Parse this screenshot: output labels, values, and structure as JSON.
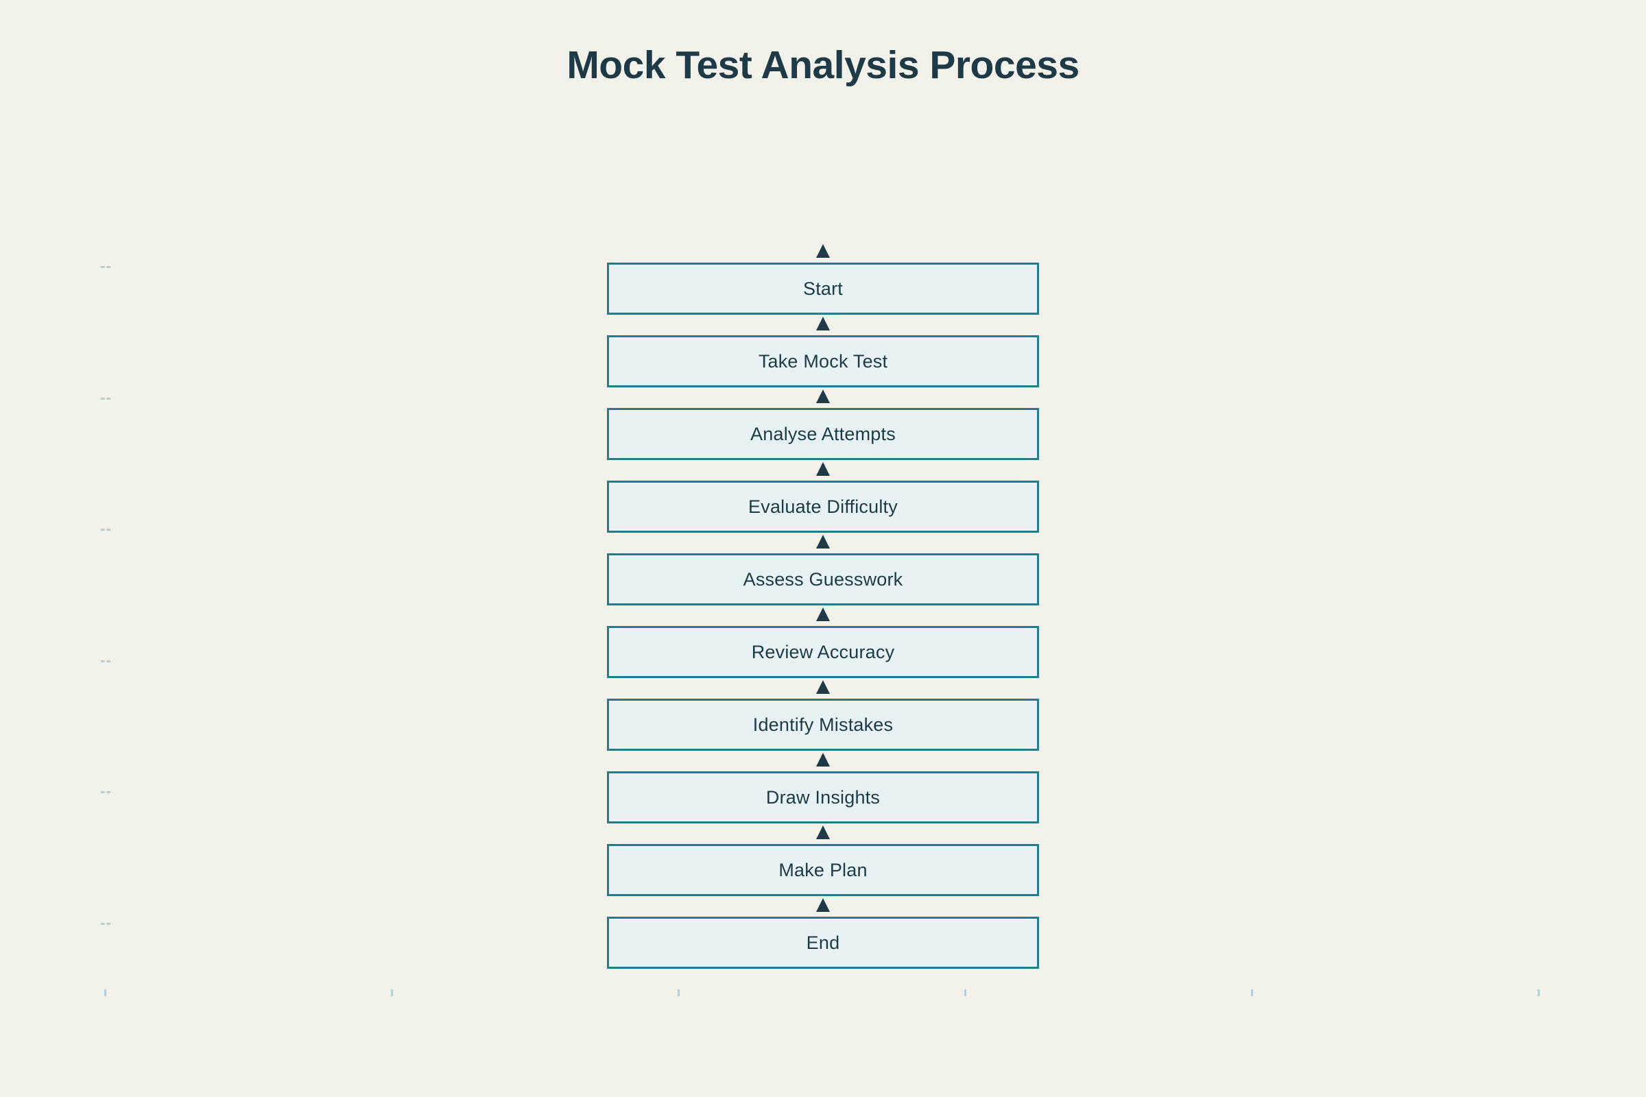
{
  "page": {
    "title": "Mock Test Analysis Process"
  },
  "diagram": {
    "type": "flowchart",
    "direction": "vertical-top-to-bottom",
    "arrow_style": "solid-triangle-pointing-up",
    "steps": [
      "Start",
      "Take Mock Test",
      "Analyse Attempts",
      "Evaluate Difficulty",
      "Assess Guesswork",
      "Review Accuracy",
      "Identify Mistakes",
      "Draw Insights",
      "Make Plan",
      "End"
    ]
  },
  "colors": {
    "background": "#f2f1ea",
    "box_fill": "#e8f2f4",
    "box_border": "#2a7b89",
    "text_dark": "#1d3b47",
    "title_color": "#1e3a46",
    "arrow": "#1d3a46",
    "tick": "#b9cfd4"
  }
}
